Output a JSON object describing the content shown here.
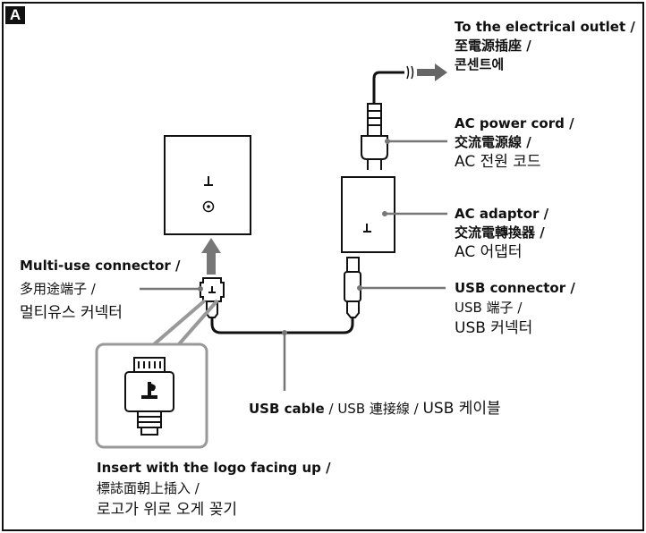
{
  "panel_label": "A",
  "outlet": {
    "line1": "To the electrical outlet /",
    "line2": "至電源插座 /",
    "line3": "콘센트에"
  },
  "power_cord": {
    "line1": "AC power cord /",
    "line2": "交流電源線 /",
    "line3": "AC 전원 코드"
  },
  "adaptor": {
    "line1": "AC adaptor /",
    "line2": "交流電轉換器 /",
    "line3": "AC 어댑터"
  },
  "usb_connector": {
    "line1": "USB connector /",
    "line2": "USB 端子 /",
    "line3": "USB 커넥터"
  },
  "multi_use": {
    "line1": "Multi-use connector /",
    "line2": "多用途端子 /",
    "line3": "멀티유스 커넥터"
  },
  "usb_cable": {
    "en": "USB cable",
    "sep1": " / ",
    "zh": "USB 連接線",
    "sep2": " / ",
    "ko": "USB 케이블"
  },
  "insert": {
    "line1": "Insert with the logo facing up /",
    "line2": "標誌面朝上插入 /",
    "line3": "로고가 위로 오게 꽂기"
  },
  "icons": [
    "ps-logo-icon",
    "power-icon",
    "arrow-up-icon",
    "arrow-right-icon"
  ],
  "colors": {
    "line": "#111111",
    "leader": "#888888",
    "zoom_fill": "#ffffff"
  }
}
